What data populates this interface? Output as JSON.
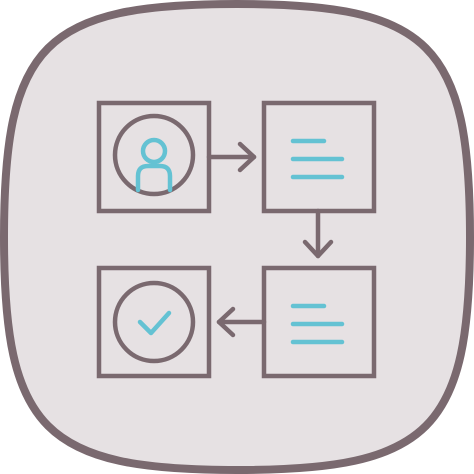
{
  "icon": {
    "name": "process-flow-icon",
    "description_free": true,
    "steps": [
      {
        "id": "user",
        "kind": "user-icon"
      },
      {
        "id": "doc1",
        "kind": "document-icon"
      },
      {
        "id": "doc2",
        "kind": "document-icon"
      },
      {
        "id": "done",
        "kind": "check-circle-icon"
      }
    ],
    "arrows": [
      {
        "from": "user",
        "to": "doc1",
        "direction": "right"
      },
      {
        "from": "doc1",
        "to": "doc2",
        "direction": "down"
      },
      {
        "from": "doc2",
        "to": "done",
        "direction": "left"
      }
    ]
  },
  "colors": {
    "tile_fill": "#e6e1e3",
    "stroke": "#7a696f",
    "accent": "#64c2d3",
    "background": "#ffffff"
  }
}
